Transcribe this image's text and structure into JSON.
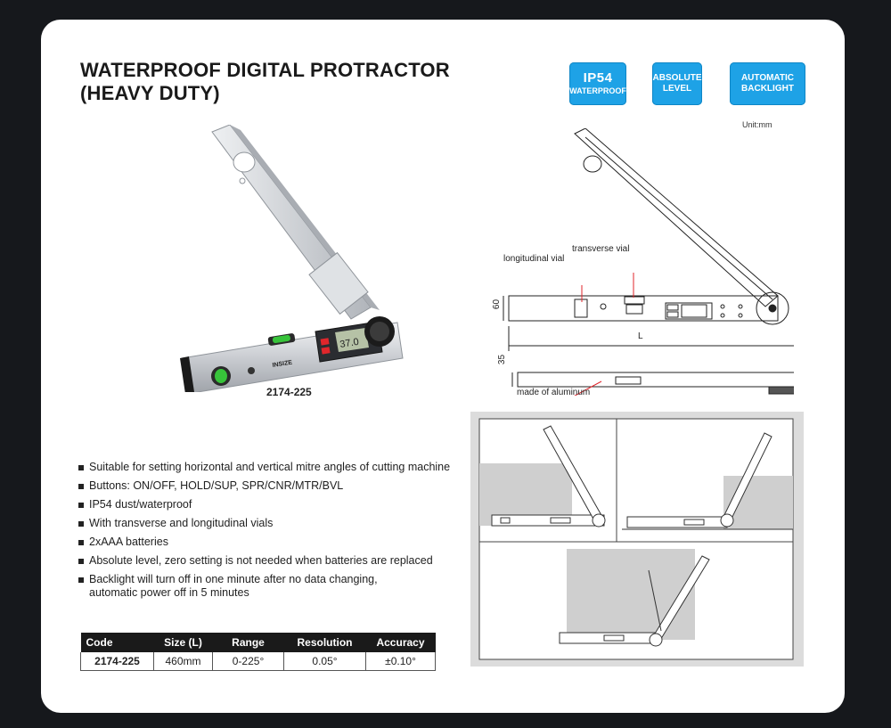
{
  "title": {
    "line1": "WATERPROOF DIGITAL PROTRACTOR",
    "line2": "(HEAVY DUTY)"
  },
  "badges": [
    {
      "big": "IP54",
      "small": "WATERPROOF"
    },
    {
      "line1": "ABSOLUTE",
      "line2": "LEVEL"
    },
    {
      "line1": "AUTOMATIC",
      "line2": "BACKLIGHT"
    }
  ],
  "unit": "Unit:mm",
  "product": {
    "model": "2174-225",
    "brand": "INSIZE",
    "display": "37.0"
  },
  "drawing": {
    "longitudinal": "longitudinal vial",
    "transverse": "transverse vial",
    "height": "60",
    "length": "L",
    "thickness": "35",
    "material": "made of aluminum"
  },
  "features": [
    "Suitable for setting horizontal and vertical mitre angles of cutting machine",
    "Buttons: ON/OFF, HOLD/SUP, SPR/CNR/MTR/BVL",
    "IP54 dust/waterproof",
    "With transverse and longitudinal vials",
    "2xAAA batteries",
    "Absolute level, zero setting is not needed when batteries are replaced",
    "Backlight will turn off in one minute after no data changing,\nautomatic power off in 5 minutes"
  ],
  "spec_table": {
    "headers": [
      "Code",
      "Size (L)",
      "Range",
      "Resolution",
      "Accuracy"
    ],
    "rows": [
      [
        "2174-225",
        "460mm",
        "0-225°",
        "0.05°",
        "±0.10°"
      ]
    ]
  },
  "colors": {
    "badge": "#1ea2e6",
    "background": "#16181c",
    "vial": "#37c33a",
    "button_red": "#e0262b"
  }
}
